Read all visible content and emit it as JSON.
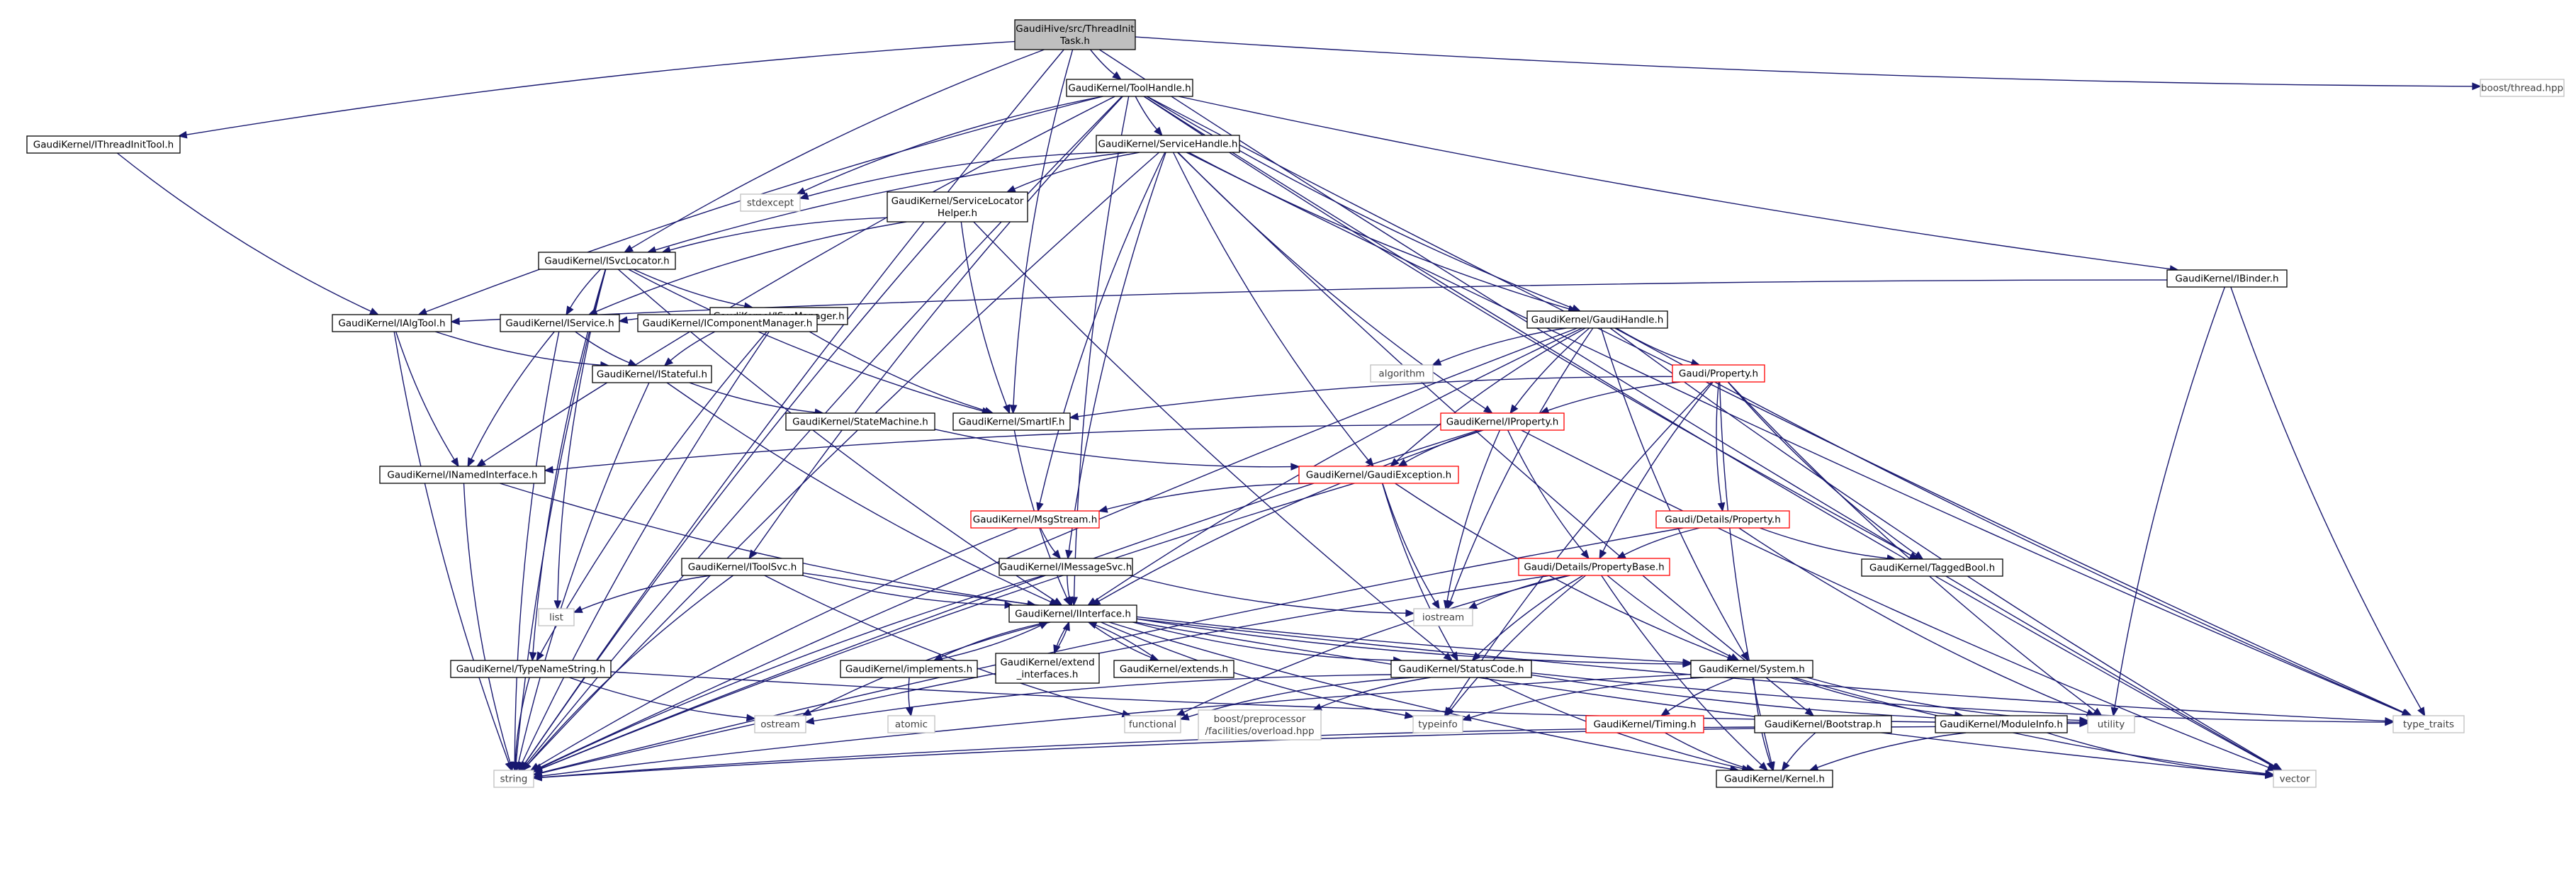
{
  "colors": {
    "edge": "#191970",
    "edge_red": "#8b1a1a",
    "node_border": "#000000",
    "node_border_red": "#ff0000",
    "node_border_system": "#bfbfbf",
    "root_fill": "#bfbfbf",
    "system_text": "#404040"
  },
  "nodes": [
    {
      "id": "root",
      "lines": [
        "GaudiHive/src/ThreadInit",
        "Task.h"
      ],
      "kind": "root"
    },
    {
      "id": "toolhandle",
      "lines": [
        "GaudiKernel/ToolHandle.h"
      ],
      "kind": "normal"
    },
    {
      "id": "boostthread",
      "lines": [
        "boost/thread.hpp"
      ],
      "kind": "system"
    },
    {
      "id": "ithreadinittool",
      "lines": [
        "GaudiKernel/IThreadInitTool.h"
      ],
      "kind": "normal"
    },
    {
      "id": "servicehandle",
      "lines": [
        "GaudiKernel/ServiceHandle.h"
      ],
      "kind": "normal"
    },
    {
      "id": "stdexcept",
      "lines": [
        "stdexcept"
      ],
      "kind": "system"
    },
    {
      "id": "svclocatorhelper",
      "lines": [
        "GaudiKernel/ServiceLocator",
        "Helper.h"
      ],
      "kind": "normal"
    },
    {
      "id": "isvclocator",
      "lines": [
        "GaudiKernel/ISvcLocator.h"
      ],
      "kind": "normal"
    },
    {
      "id": "isvcmanager",
      "lines": [
        "GaudiKernel/ISvcManager.h"
      ],
      "kind": "normal"
    },
    {
      "id": "ibinder",
      "lines": [
        "GaudiKernel/IBinder.h"
      ],
      "kind": "normal"
    },
    {
      "id": "ialgtool",
      "lines": [
        "GaudiKernel/IAlgTool.h"
      ],
      "kind": "normal"
    },
    {
      "id": "iservice",
      "lines": [
        "GaudiKernel/IService.h"
      ],
      "kind": "normal"
    },
    {
      "id": "icomponentmanager",
      "lines": [
        "GaudiKernel/IComponentManager.h"
      ],
      "kind": "normal"
    },
    {
      "id": "gaudihandle",
      "lines": [
        "GaudiKernel/GaudiHandle.h"
      ],
      "kind": "normal"
    },
    {
      "id": "algorithm",
      "lines": [
        "algorithm"
      ],
      "kind": "system"
    },
    {
      "id": "istateful",
      "lines": [
        "GaudiKernel/IStateful.h"
      ],
      "kind": "normal"
    },
    {
      "id": "gaudiproperty",
      "lines": [
        "Gaudi/Property.h"
      ],
      "kind": "red"
    },
    {
      "id": "statemachine",
      "lines": [
        "GaudiKernel/StateMachine.h"
      ],
      "kind": "normal"
    },
    {
      "id": "smartif",
      "lines": [
        "GaudiKernel/SmartIF.h"
      ],
      "kind": "normal"
    },
    {
      "id": "iproperty",
      "lines": [
        "GaudiKernel/IProperty.h"
      ],
      "kind": "red"
    },
    {
      "id": "inamedinterface",
      "lines": [
        "GaudiKernel/INamedInterface.h"
      ],
      "kind": "normal"
    },
    {
      "id": "gaudiexception",
      "lines": [
        "GaudiKernel/GaudiException.h"
      ],
      "kind": "red"
    },
    {
      "id": "msgstream",
      "lines": [
        "GaudiKernel/MsgStream.h"
      ],
      "kind": "red"
    },
    {
      "id": "detailsproperty",
      "lines": [
        "Gaudi/Details/Property.h"
      ],
      "kind": "red"
    },
    {
      "id": "imessagesvc",
      "lines": [
        "GaudiKernel/IMessageSvc.h"
      ],
      "kind": "normal"
    },
    {
      "id": "itoolsvc",
      "lines": [
        "GaudiKernel/IToolSvc.h"
      ],
      "kind": "normal"
    },
    {
      "id": "propertybase",
      "lines": [
        "Gaudi/Details/PropertyBase.h"
      ],
      "kind": "red"
    },
    {
      "id": "taggedbool",
      "lines": [
        "GaudiKernel/TaggedBool.h"
      ],
      "kind": "normal"
    },
    {
      "id": "list",
      "lines": [
        "list"
      ],
      "kind": "system"
    },
    {
      "id": "iostream",
      "lines": [
        "iostream"
      ],
      "kind": "system"
    },
    {
      "id": "iinterface",
      "lines": [
        "GaudiKernel/IInterface.h"
      ],
      "kind": "normal"
    },
    {
      "id": "typenamestring",
      "lines": [
        "GaudiKernel/TypeNameString.h"
      ],
      "kind": "normal"
    },
    {
      "id": "implements",
      "lines": [
        "GaudiKernel/implements.h"
      ],
      "kind": "normal"
    },
    {
      "id": "extendinterfaces",
      "lines": [
        "GaudiKernel/extend",
        "_interfaces.h"
      ],
      "kind": "normal"
    },
    {
      "id": "extends",
      "lines": [
        "GaudiKernel/extends.h"
      ],
      "kind": "normal"
    },
    {
      "id": "statuscode",
      "lines": [
        "GaudiKernel/StatusCode.h"
      ],
      "kind": "normal"
    },
    {
      "id": "system",
      "lines": [
        "GaudiKernel/System.h"
      ],
      "kind": "normal"
    },
    {
      "id": "ostream",
      "lines": [
        "ostream"
      ],
      "kind": "system"
    },
    {
      "id": "atomic",
      "lines": [
        "atomic"
      ],
      "kind": "system"
    },
    {
      "id": "functional",
      "lines": [
        "functional"
      ],
      "kind": "system"
    },
    {
      "id": "overload",
      "lines": [
        "boost/preprocessor",
        "/facilities/overload.hpp"
      ],
      "kind": "system"
    },
    {
      "id": "typeinfo",
      "lines": [
        "typeinfo"
      ],
      "kind": "system"
    },
    {
      "id": "timing",
      "lines": [
        "GaudiKernel/Timing.h"
      ],
      "kind": "red"
    },
    {
      "id": "bootstrap",
      "lines": [
        "GaudiKernel/Bootstrap.h"
      ],
      "kind": "normal"
    },
    {
      "id": "moduleinfo",
      "lines": [
        "GaudiKernel/ModuleInfo.h"
      ],
      "kind": "normal"
    },
    {
      "id": "utility",
      "lines": [
        "utility"
      ],
      "kind": "system"
    },
    {
      "id": "typetraits",
      "lines": [
        "type_traits"
      ],
      "kind": "system"
    },
    {
      "id": "vector",
      "lines": [
        "vector"
      ],
      "kind": "system"
    },
    {
      "id": "string",
      "lines": [
        "string"
      ],
      "kind": "system"
    },
    {
      "id": "kernel",
      "lines": [
        "GaudiKernel/Kernel.h"
      ],
      "kind": "normal"
    }
  ],
  "edges": [
    [
      "root",
      "toolhandle"
    ],
    [
      "root",
      "string"
    ],
    [
      "root",
      "ithreadinittool"
    ],
    [
      "root",
      "isvclocator"
    ],
    [
      "root",
      "smartif"
    ],
    [
      "root",
      "boostthread"
    ],
    [
      "root",
      "vector"
    ],
    [
      "toolhandle",
      "servicehandle"
    ],
    [
      "toolhandle",
      "stdexcept"
    ],
    [
      "toolhandle",
      "string"
    ],
    [
      "toolhandle",
      "ialgtool"
    ],
    [
      "toolhandle",
      "inamedinterface"
    ],
    [
      "toolhandle",
      "iinterface"
    ],
    [
      "toolhandle",
      "ibinder"
    ],
    [
      "toolhandle",
      "gaudihandle"
    ],
    [
      "toolhandle",
      "taggedbool"
    ],
    [
      "toolhandle",
      "typetraits"
    ],
    [
      "toolhandle",
      "vector"
    ],
    [
      "toolhandle",
      "itoolsvc"
    ],
    [
      "ithreadinittool",
      "ialgtool"
    ],
    [
      "servicehandle",
      "stdexcept"
    ],
    [
      "servicehandle",
      "svclocatorhelper"
    ],
    [
      "servicehandle",
      "isvclocator"
    ],
    [
      "servicehandle",
      "string"
    ],
    [
      "servicehandle",
      "gaudihandle"
    ],
    [
      "servicehandle",
      "gaudiexception"
    ],
    [
      "servicehandle",
      "iproperty"
    ],
    [
      "servicehandle",
      "msgstream"
    ],
    [
      "servicehandle",
      "imessagesvc"
    ],
    [
      "servicehandle",
      "bootstrap"
    ],
    [
      "servicehandle",
      "typetraits"
    ],
    [
      "svclocatorhelper",
      "isvclocator"
    ],
    [
      "svclocatorhelper",
      "iservice"
    ],
    [
      "svclocatorhelper",
      "smartif"
    ],
    [
      "svclocatorhelper",
      "statuscode"
    ],
    [
      "svclocatorhelper",
      "string"
    ],
    [
      "isvclocator",
      "isvcmanager"
    ],
    [
      "isvclocator",
      "iservice"
    ],
    [
      "isvclocator",
      "smartif"
    ],
    [
      "isvclocator",
      "typenamestring"
    ],
    [
      "isvclocator",
      "list"
    ],
    [
      "isvclocator",
      "string"
    ],
    [
      "isvclocator",
      "iinterface"
    ],
    [
      "isvcmanager",
      "iservice"
    ],
    [
      "isvcmanager",
      "icomponentmanager"
    ],
    [
      "isvcmanager",
      "smartif"
    ],
    [
      "isvcmanager",
      "typenamestring"
    ],
    [
      "isvcmanager",
      "string"
    ],
    [
      "ibinder",
      "ialgtool"
    ],
    [
      "ibinder",
      "typetraits"
    ],
    [
      "ibinder",
      "utility"
    ],
    [
      "ialgtool",
      "istateful"
    ],
    [
      "ialgtool",
      "inamedinterface"
    ],
    [
      "ialgtool",
      "string"
    ],
    [
      "iservice",
      "istateful"
    ],
    [
      "iservice",
      "inamedinterface"
    ],
    [
      "iservice",
      "string"
    ],
    [
      "icomponentmanager",
      "istateful"
    ],
    [
      "istateful",
      "statemachine"
    ],
    [
      "istateful",
      "iinterface"
    ],
    [
      "istateful",
      "string"
    ],
    [
      "statemachine",
      "gaudiexception"
    ],
    [
      "smartif",
      "iinterface"
    ],
    [
      "inamedinterface",
      "iinterface"
    ],
    [
      "inamedinterface",
      "string"
    ],
    [
      "gaudihandle",
      "algorithm"
    ],
    [
      "gaudihandle",
      "gaudiproperty"
    ],
    [
      "gaudihandle",
      "iproperty"
    ],
    [
      "gaudihandle",
      "gaudiexception"
    ],
    [
      "gaudihandle",
      "iinterface"
    ],
    [
      "gaudihandle",
      "system"
    ],
    [
      "gaudihandle",
      "iostream"
    ],
    [
      "gaudihandle",
      "string"
    ],
    [
      "gaudihandle",
      "typetraits"
    ],
    [
      "gaudihandle",
      "vector"
    ],
    [
      "gaudiproperty",
      "smartif"
    ],
    [
      "gaudiproperty",
      "iproperty"
    ],
    [
      "gaudiproperty",
      "detailsproperty"
    ],
    [
      "gaudiproperty",
      "propertybase"
    ],
    [
      "gaudiproperty",
      "taggedbool"
    ],
    [
      "gaudiproperty",
      "kernel"
    ],
    [
      "gaudiproperty",
      "typeinfo"
    ],
    [
      "gaudiproperty",
      "utility"
    ],
    [
      "iproperty",
      "inamedinterface"
    ],
    [
      "iproperty",
      "gaudiexception"
    ],
    [
      "iproperty",
      "propertybase"
    ],
    [
      "iproperty",
      "iinterface"
    ],
    [
      "iproperty",
      "iostream"
    ],
    [
      "iproperty",
      "string"
    ],
    [
      "iproperty",
      "vector"
    ],
    [
      "gaudiexception",
      "msgstream"
    ],
    [
      "gaudiexception",
      "statuscode"
    ],
    [
      "gaudiexception",
      "iostream"
    ],
    [
      "gaudiexception",
      "string"
    ],
    [
      "gaudiexception",
      "system"
    ],
    [
      "msgstream",
      "imessagesvc"
    ],
    [
      "msgstream",
      "string"
    ],
    [
      "imessagesvc",
      "iinterface"
    ],
    [
      "imessagesvc",
      "iostream"
    ],
    [
      "imessagesvc",
      "string"
    ],
    [
      "itoolsvc",
      "iinterface"
    ],
    [
      "itoolsvc",
      "list"
    ],
    [
      "itoolsvc",
      "string"
    ],
    [
      "itoolsvc",
      "functional"
    ],
    [
      "itoolsvc",
      "system"
    ],
    [
      "detailsproperty",
      "propertybase"
    ],
    [
      "detailsproperty",
      "taggedbool"
    ],
    [
      "detailsproperty",
      "string"
    ],
    [
      "detailsproperty",
      "utility"
    ],
    [
      "propertybase",
      "iostream"
    ],
    [
      "propertybase",
      "statuscode"
    ],
    [
      "propertybase",
      "system"
    ],
    [
      "propertybase",
      "functional"
    ],
    [
      "propertybase",
      "string"
    ],
    [
      "propertybase",
      "typeinfo"
    ],
    [
      "propertybase",
      "kernel"
    ],
    [
      "iinterface",
      "implements"
    ],
    [
      "iinterface",
      "extendinterfaces"
    ],
    [
      "iinterface",
      "extends"
    ],
    [
      "iinterface",
      "statuscode"
    ],
    [
      "iinterface",
      "system"
    ],
    [
      "iinterface",
      "ostream"
    ],
    [
      "iinterface",
      "typeinfo"
    ],
    [
      "iinterface",
      "kernel"
    ],
    [
      "iinterface",
      "typetraits"
    ],
    [
      "iinterface",
      "vector"
    ],
    [
      "implements",
      "iinterface"
    ],
    [
      "implements",
      "atomic"
    ],
    [
      "extendinterfaces",
      "iinterface"
    ],
    [
      "extends",
      "iinterface"
    ],
    [
      "typenamestring",
      "string"
    ],
    [
      "typenamestring",
      "ostream"
    ],
    [
      "typenamestring",
      "utility"
    ],
    [
      "statuscode",
      "ostream"
    ],
    [
      "statuscode",
      "functional"
    ],
    [
      "statuscode",
      "overload"
    ],
    [
      "statuscode",
      "kernel"
    ],
    [
      "statuscode",
      "typetraits"
    ],
    [
      "statuscode",
      "utility"
    ],
    [
      "system",
      "timing"
    ],
    [
      "system",
      "moduleinfo"
    ],
    [
      "system",
      "string"
    ],
    [
      "system",
      "typeinfo"
    ],
    [
      "system",
      "kernel"
    ],
    [
      "system",
      "vector"
    ],
    [
      "system",
      "utility"
    ],
    [
      "timing",
      "kernel"
    ],
    [
      "bootstrap",
      "kernel"
    ],
    [
      "bootstrap",
      "string"
    ],
    [
      "moduleinfo",
      "kernel"
    ],
    [
      "moduleinfo",
      "string"
    ],
    [
      "moduleinfo",
      "vector"
    ]
  ]
}
